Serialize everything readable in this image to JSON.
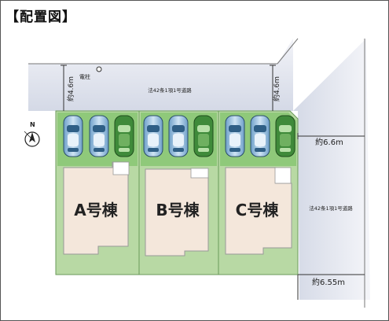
{
  "title": "【配置図】",
  "labels": {
    "road_top": "法42条1項1号道路",
    "road_right": "法42条1項1号道路",
    "pole": "電柱",
    "north": "N",
    "width_top_left": "約4.6m",
    "width_top_right": "約4.6m",
    "width_right_upper": "約6.6m",
    "width_right_lower": "約6.55m"
  },
  "buildings": [
    {
      "label": "A号棟"
    },
    {
      "label": "B号棟"
    },
    {
      "label": "C号棟"
    }
  ],
  "colors": {
    "road": "#dfe3ee",
    "lot": "#b8d9a4",
    "lot_inner": "#d9ecc9",
    "building": "#f4e7db",
    "parking": "#8fc97a",
    "car_blue": "#9fc6e6",
    "car_green": "#3f8a3a"
  }
}
